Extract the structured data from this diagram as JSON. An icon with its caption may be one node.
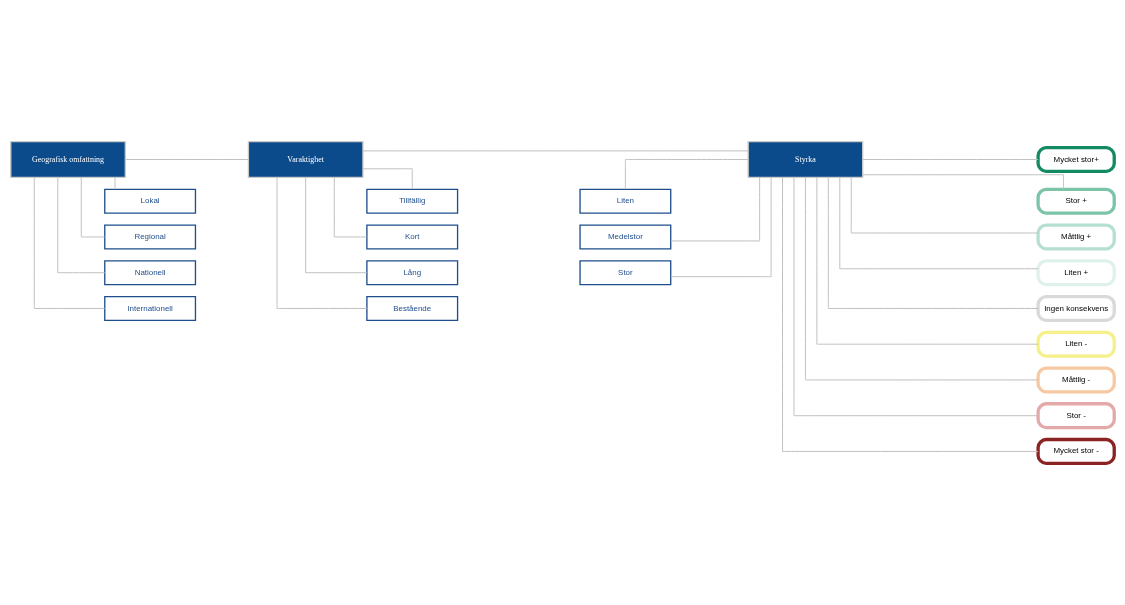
{
  "diagram": {
    "nodes": [
      {
        "text": [
          "Geografisk omfattning"
        ]
      },
      {
        "text": [
          "Lokal"
        ]
      },
      {
        "text": [
          "Regional"
        ]
      },
      {
        "text": [
          "Nationell"
        ]
      },
      {
        "text": [
          "Internationell"
        ]
      },
      {
        "text": [
          "Varaktighet"
        ]
      },
      {
        "text": [
          "Tillfällig"
        ]
      },
      {
        "text": [
          "Kort"
        ]
      },
      {
        "text": [
          "Lång"
        ]
      },
      {
        "text": [
          "Bestående"
        ]
      },
      {
        "text": [
          "Styrka"
        ]
      },
      {
        "text": [
          "Liten"
        ]
      },
      {
        "text": [
          "Medelstor"
        ]
      },
      {
        "text": [
          "Stor"
        ]
      },
      {
        "text": [
          "Mycket stor+"
        ]
      },
      {
        "text": [
          "Stor +"
        ]
      },
      {
        "text": [
          "Måttlig +"
        ]
      },
      {
        "text": [
          "Liten +"
        ]
      },
      {
        "text": [
          "Ingen konsekvens"
        ]
      },
      {
        "text": [
          "Liten -"
        ]
      },
      {
        "text": [
          "Måttlig -"
        ]
      },
      {
        "text": [
          "Stor -"
        ]
      },
      {
        "text": [
          "Mycket stor -"
        ]
      }
    ],
    "edges": [
      {
        "from": 0,
        "to": 5,
        "arrow": "none"
      },
      {
        "from": 5,
        "to": 10,
        "arrow": "none"
      },
      {
        "from": 10,
        "to": 14,
        "arrow": "none"
      },
      {
        "from": 0,
        "to": 1,
        "arrow": "none"
      },
      {
        "from": 0,
        "to": 2,
        "arrow": "none"
      },
      {
        "from": 0,
        "to": 3,
        "arrow": "none"
      },
      {
        "from": 0,
        "to": 4,
        "arrow": "none"
      },
      {
        "from": 5,
        "to": 6,
        "arrow": "none"
      },
      {
        "from": 5,
        "to": 7,
        "arrow": "none"
      },
      {
        "from": 5,
        "to": 8,
        "arrow": "none"
      },
      {
        "from": 5,
        "to": 9,
        "arrow": "none"
      },
      {
        "from": 10,
        "to": 11,
        "arrow": "none"
      },
      {
        "from": 10,
        "to": 12,
        "arrow": "none"
      },
      {
        "from": 10,
        "to": 13,
        "arrow": "none"
      },
      {
        "from": 10,
        "to": 15,
        "arrow": "none"
      },
      {
        "from": 10,
        "to": 16,
        "arrow": "none"
      },
      {
        "from": 10,
        "to": 17,
        "arrow": "none"
      },
      {
        "from": 10,
        "to": 18,
        "arrow": "none"
      },
      {
        "from": 10,
        "to": 19,
        "arrow": "none"
      },
      {
        "from": 10,
        "to": 20,
        "arrow": "none"
      },
      {
        "from": 10,
        "to": 21,
        "arrow": "none"
      },
      {
        "from": 10,
        "to": 22,
        "arrow": "none"
      }
    ]
  }
}
